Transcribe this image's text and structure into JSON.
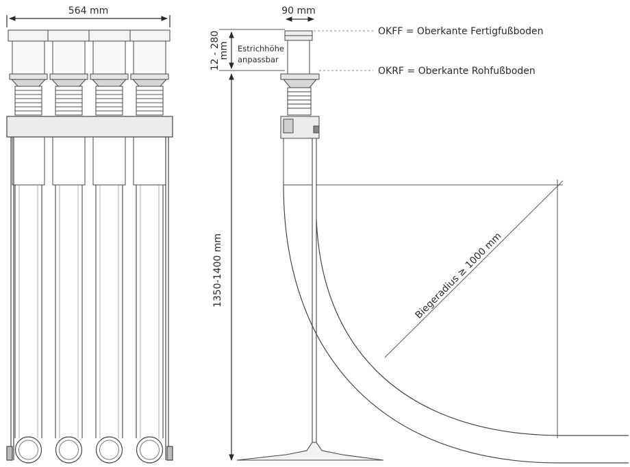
{
  "dimensions": {
    "width_front": "564 mm",
    "width_side": "90 mm",
    "screed_range_line1": "12 - 280",
    "screed_range_line2": "mm",
    "total_height": "1350-1400 mm"
  },
  "screed_note": {
    "line1": "Estrichhöhe",
    "line2": "anpassbar"
  },
  "levels": {
    "okff": "OKFF = Oberkante Fertigfußboden",
    "okrf": "OKRF = Oberkante Rohfußboden"
  },
  "bend_radius": "Biegeradius ≥ 1000 mm",
  "front_view": {
    "distributor_count": 4
  },
  "colors": {
    "stroke": "#3a3a3a",
    "text": "#2a2a2a",
    "background": "#ffffff"
  }
}
